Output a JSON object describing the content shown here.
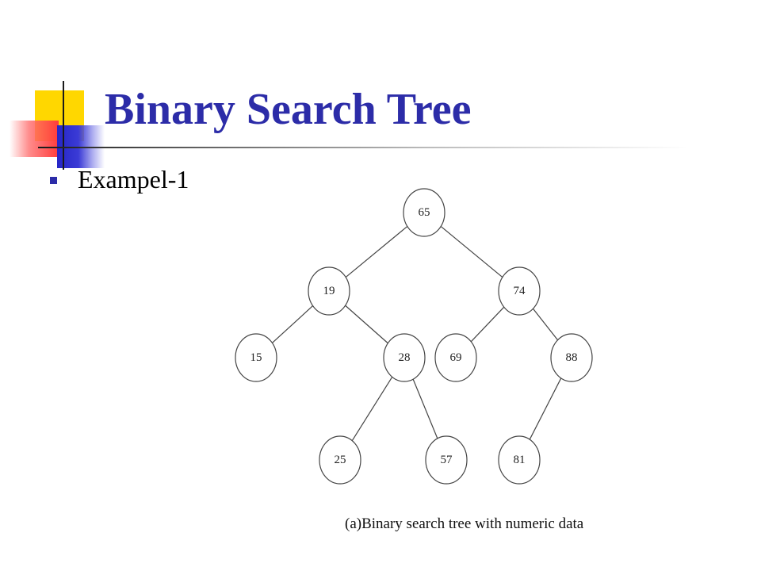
{
  "slide": {
    "title": "Binary Search Tree",
    "bullet": "Exampel-1",
    "caption": "(a)Binary search tree with numeric data"
  },
  "colors": {
    "title": "#2c2ca8",
    "accent_yellow": "#ffd700",
    "accent_blue": "#2626c7",
    "accent_red": "#ff3c3c"
  },
  "tree": {
    "nodes": [
      {
        "id": "n65",
        "label": "65"
      },
      {
        "id": "n19",
        "label": "19"
      },
      {
        "id": "n74",
        "label": "74"
      },
      {
        "id": "n15",
        "label": "15"
      },
      {
        "id": "n28",
        "label": "28"
      },
      {
        "id": "n69",
        "label": "69"
      },
      {
        "id": "n88",
        "label": "88"
      },
      {
        "id": "n25",
        "label": "25"
      },
      {
        "id": "n57",
        "label": "57"
      },
      {
        "id": "n81",
        "label": "81"
      }
    ],
    "edges": [
      [
        "n65",
        "n19"
      ],
      [
        "n65",
        "n74"
      ],
      [
        "n19",
        "n15"
      ],
      [
        "n19",
        "n28"
      ],
      [
        "n74",
        "n69"
      ],
      [
        "n74",
        "n88"
      ],
      [
        "n28",
        "n25"
      ],
      [
        "n28",
        "n57"
      ],
      [
        "n88",
        "n81"
      ]
    ]
  }
}
